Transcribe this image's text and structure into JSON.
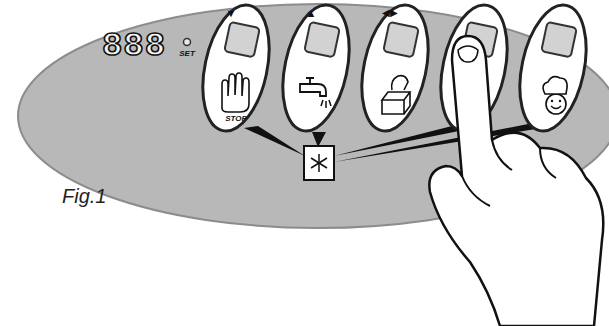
{
  "diagram": {
    "caption": "Fig.1",
    "nodes": [
      {
        "text": [
          "888"
        ]
      }
    ],
    "labels": [
      "SET",
      "▼",
      "▲",
      "◀▶",
      "STOP"
    ]
  }
}
